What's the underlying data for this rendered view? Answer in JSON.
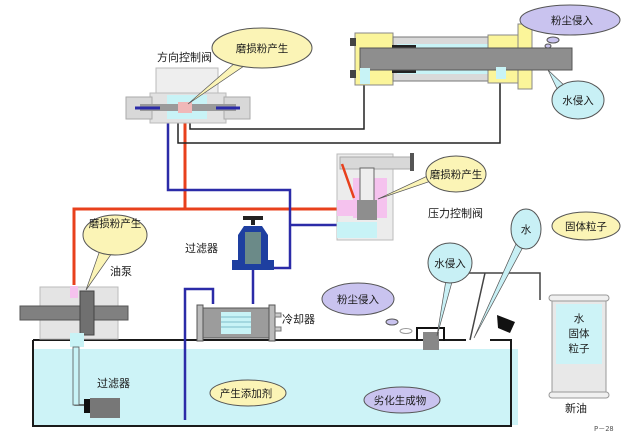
{
  "diagram": {
    "title": "Hydraulic system contamination sources",
    "components": {
      "directional_valve": "方向控制阀",
      "pressure_valve": "压力控制阀",
      "pump": "油泵",
      "pressure_filter": "过滤器",
      "cooler": "冷却器",
      "suction_filter": "过滤器",
      "new_oil": "新油"
    },
    "callouts": {
      "wear_valve": "磨损粉产生",
      "dust_cylinder": "粉尘侵入",
      "water_cylinder": "水侵入",
      "wear_pressure_valve": "磨损粉产生",
      "wear_pump": "磨损粉产生",
      "dust_tank": "粉尘侵入",
      "water_tank": "水侵入",
      "water_drop": "水",
      "solid_particles": "固体粒子",
      "additive": "产生添加剂",
      "degradation": "劣化生成物"
    },
    "drum_contents": [
      "水",
      "固体",
      "粒子"
    ],
    "page_number": "P－28",
    "colors": {
      "pressure_line": "#e8401c",
      "return_line": "#2b2ba8",
      "drain_line": "#222222",
      "oil": "#cdf3f7",
      "bubble_yellow": "#fbf4b6",
      "bubble_cyan": "#c8f0f5",
      "bubble_purple": "#c9c3ef",
      "cylinder_yellow": "#fbf59a",
      "valve_pink": "#f5c2ee"
    }
  }
}
